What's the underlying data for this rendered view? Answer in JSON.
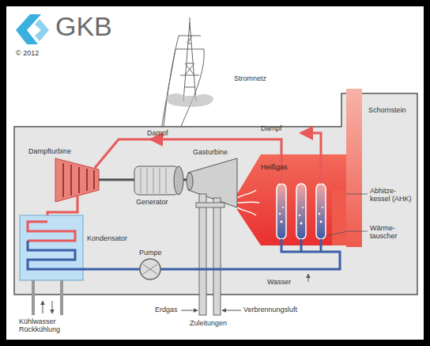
{
  "diagram": {
    "labels": [
      "GKB",
      "© 2012",
      "Stromnetz",
      "Schornstein",
      "Dampf",
      "Dampf",
      "Dampfturbine",
      "Heißgas",
      "Gasturbine",
      "Generator",
      "Abhitze- kessel (AHK)",
      "Wärme- tauscher",
      "Kondensator",
      "Pumpe",
      "Wasser",
      "Erdgas",
      "Verbrennungsluft",
      "Zuleitungen",
      "Kühlwasser Rückkühlung"
    ]
  }
}
